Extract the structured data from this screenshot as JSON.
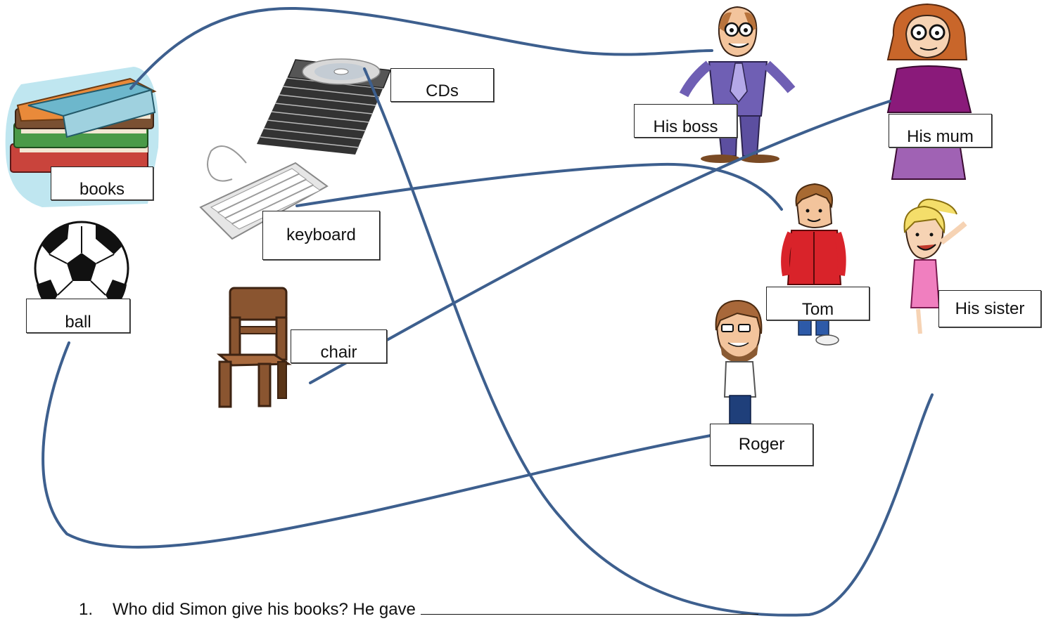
{
  "labels": {
    "books": "books",
    "ball": "ball",
    "cds": "CDs",
    "keyboard": "keyboard",
    "chair": "chair",
    "his_boss": "His boss",
    "his_mum": "His mum",
    "tom": "Tom",
    "his_sister": "His sister",
    "roger": "Roger"
  },
  "question": {
    "number": "1.",
    "text": "Who did Simon give his books? He gave"
  },
  "colors": {
    "connector": "#3d5f8e",
    "label_border": "#222222"
  },
  "icons": {
    "books": "books-icon",
    "ball": "soccer-ball-icon",
    "cds": "cd-stack-icon",
    "keyboard": "keyboard-icon",
    "chair": "chair-icon",
    "boss": "man-boss-icon",
    "mum": "woman-mum-icon",
    "tom": "boy-tom-icon",
    "sister": "girl-sister-icon",
    "roger": "man-roger-icon"
  }
}
